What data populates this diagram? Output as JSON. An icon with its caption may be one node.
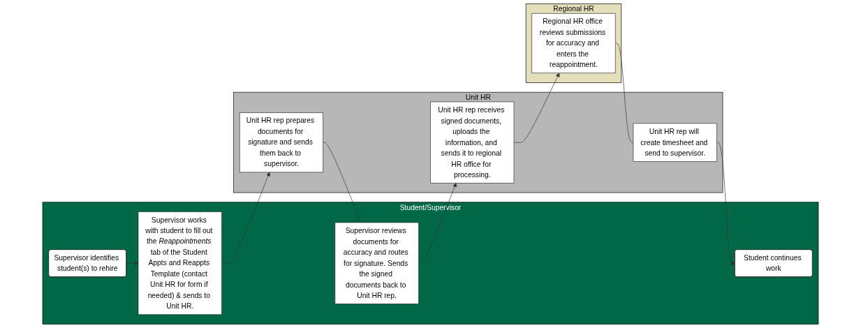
{
  "diagram": {
    "nodes": [
      {
        "text": [
          "Student/Supervisor"
        ]
      },
      {
        "text": [
          "Supervisor identifies student(s) to rehire"
        ],
        "in": 0
      },
      {
        "text": [
          "Supervisor works with student to fill out the *Reappointments* tab of the Student Appts and Reappts Template (contact Unit HR for form if needed) & sends to Unit HR."
        ],
        "in": 0
      },
      {
        "text": [
          "Supervisor reviews documents for accuracy and routes for signature. Sends the signed documents back to Unit HR rep."
        ],
        "in": 0
      },
      {
        "text": [
          "Student continues work"
        ],
        "in": 0
      },
      {
        "text": [
          "Unit HR"
        ]
      },
      {
        "text": [
          "Unit HR rep prepares documents for signature and sends them back to supervisor."
        ],
        "in": 5
      },
      {
        "text": [
          "Unit HR rep receives signed documents, uploads the information, and sends it to regional HR office for processing."
        ],
        "in": 5
      },
      {
        "text": [
          "Unit HR rep will create timesheet and send to supervisor."
        ],
        "in": 5
      },
      {
        "text": [
          "Regional HR"
        ]
      },
      {
        "text": [
          "Regional HR office reviews submissions for accuracy and enters the reappointment."
        ],
        "in": 9
      }
    ],
    "edges": [
      {
        "from": 1,
        "to": 2,
        "arrow": "to"
      },
      {
        "from": 2,
        "to": 6,
        "arrow": "to"
      },
      {
        "from": 6,
        "to": 3,
        "arrow": "none"
      },
      {
        "from": 3,
        "to": 7,
        "arrow": "to"
      },
      {
        "from": 7,
        "to": 10,
        "arrow": "to"
      },
      {
        "from": 10,
        "to": 8,
        "arrow": "none"
      },
      {
        "from": 8,
        "to": 4,
        "arrow": "to"
      }
    ]
  }
}
